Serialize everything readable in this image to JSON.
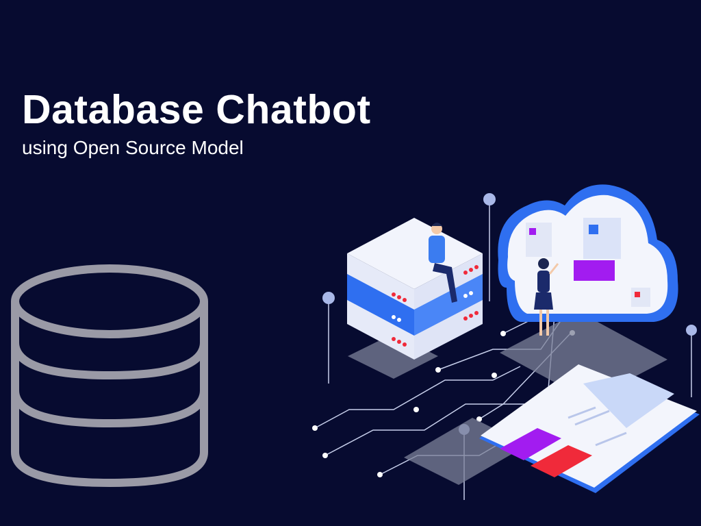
{
  "slide": {
    "title": "Database Chatbot",
    "subtitle": "using Open Source Model"
  },
  "colors": {
    "background": "#070b30",
    "icon": "#9a9aa6",
    "accent_blue": "#2f6ff0",
    "accent_purple": "#a21cf0",
    "accent_red": "#f02a3a"
  },
  "icons": [
    "database-icon",
    "server-illustration",
    "cloud-illustration",
    "dashboard-illustration"
  ]
}
